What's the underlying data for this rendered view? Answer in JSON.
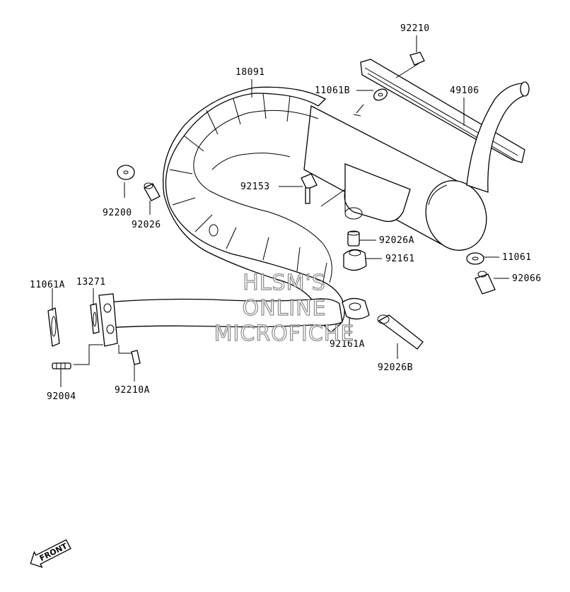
{
  "watermark": {
    "line1": "HLSM'S",
    "line2": "ONLINE",
    "line3": "MICROFICHE"
  },
  "front_marker": "FRONT",
  "parts": {
    "p18091": "18091",
    "p92210": "92210",
    "p11061B": "11061B",
    "p49106": "49106",
    "p92153": "92153",
    "p92200": "92200",
    "p92026": "92026",
    "p92026A": "92026A",
    "p92161": "92161",
    "p11061": "11061",
    "p92066": "92066",
    "p11061A": "11061A",
    "p13271": "13271",
    "p92161A": "92161A",
    "p92026B": "92026B",
    "p92004": "92004",
    "p92210A": "92210A"
  }
}
